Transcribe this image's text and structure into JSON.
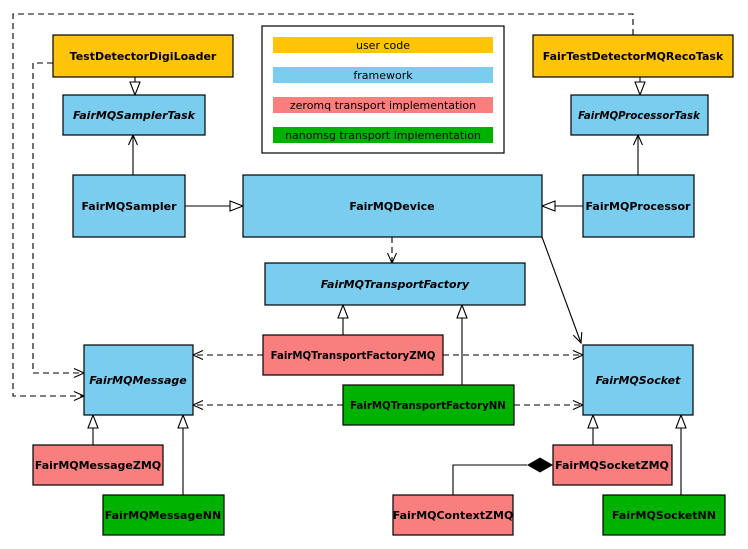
{
  "colors": {
    "user_code": "#ffc408",
    "framework": "#7bcdef",
    "zeromq": "#f97f7f",
    "nanomsg": "#00b200",
    "line": "#000000",
    "background": "#ffffff"
  },
  "legend": {
    "items": [
      {
        "label": "user code",
        "color": "#ffc408"
      },
      {
        "label": "framework",
        "color": "#7bcdef"
      },
      {
        "label": "zeromq transport implementation",
        "color": "#f97f7f"
      },
      {
        "label": "nanomsg transport implementation",
        "color": "#00b200"
      }
    ]
  },
  "nodes": {
    "test_detector_digi_loader": {
      "label": "TestDetectorDigiLoader"
    },
    "fair_test_detector_mq_reco_task": {
      "label": "FairTestDetectorMQRecoTask"
    },
    "fair_mq_sampler_task": {
      "label": "FairMQSamplerTask"
    },
    "fair_mq_processor_task": {
      "label": "FairMQProcessorTask"
    },
    "fair_mq_sampler": {
      "label": "FairMQSampler"
    },
    "fair_mq_device": {
      "label": "FairMQDevice"
    },
    "fair_mq_processor": {
      "label": "FairMQProcessor"
    },
    "fair_mq_transport_factory": {
      "label": "FairMQTransportFactory"
    },
    "fair_mq_transport_factory_zmq": {
      "label": "FairMQTransportFactoryZMQ"
    },
    "fair_mq_transport_factory_nn": {
      "label": "FairMQTransportFactoryNN"
    },
    "fair_mq_message": {
      "label": "FairMQMessage"
    },
    "fair_mq_socket": {
      "label": "FairMQSocket"
    },
    "fair_mq_message_zmq": {
      "label": "FairMQMessageZMQ"
    },
    "fair_mq_message_nn": {
      "label": "FairMQMessageNN"
    },
    "fair_mq_context_zmq": {
      "label": "FairMQContextZMQ"
    },
    "fair_mq_socket_zmq": {
      "label": "FairMQSocketZMQ"
    },
    "fair_mq_socket_nn": {
      "label": "FairMQSocketNN"
    }
  }
}
